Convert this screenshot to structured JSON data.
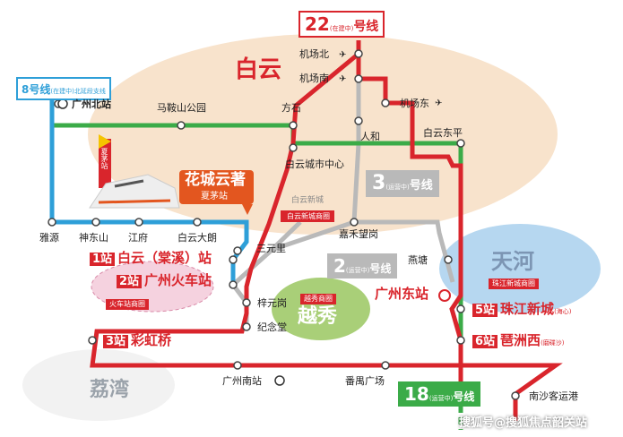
{
  "districts": {
    "baiyun": "白云",
    "yuexiu": "越秀",
    "tianhe": "天河",
    "liwan": "荔湾"
  },
  "lines": {
    "line22": {
      "name": "22号线",
      "prefix": "22",
      "suffix": "号线",
      "status": "(在建中)",
      "color": "#d9252c"
    },
    "line8": {
      "name": "8号线",
      "status": "(在建中)",
      "note": "北延段支线",
      "color": "#2e9fd8"
    },
    "line3": {
      "prefix": "3",
      "suffix": "号线",
      "status": "(运营中)",
      "color": "#b9b9b9"
    },
    "line2": {
      "prefix": "2",
      "suffix": "号线",
      "status": "(运营中)",
      "color": "#b9b9b9"
    },
    "line18": {
      "prefix": "18",
      "suffix": "号线",
      "status": "(运营中)",
      "color": "#3bab48"
    }
  },
  "stations": {
    "airport_north": "机场北",
    "airport_south": "机场南",
    "airport_east": "机场东",
    "guangzhou_north": "广州北站",
    "maanshan_park": "马鞍山公园",
    "fangshi": "方石",
    "baiyun_dongping": "白云东平",
    "renhe": "人和",
    "baiyun_city_center": "白云城市中心",
    "yayuan": "雅源",
    "shendongshan": "神东山",
    "jiangfu": "江府",
    "baiyun_dalang": "白云大朗",
    "sanyuanli": "三元里",
    "jiahe_wanggang": "嘉禾望岗",
    "yantang": "燕塘",
    "ziyuangang": "梓元岗",
    "jiniantang": "纪念堂",
    "guangzhou_south": "广州南站",
    "panyu_square": "番禺广场",
    "nansha_passenger_port": "南沙客运港",
    "xiamao": "夏茅站"
  },
  "featured": {
    "project_name": "花城云著",
    "project_station": "夏茅站",
    "xiamao_vertical": "夏茅站"
  },
  "steps": [
    {
      "num": "1站",
      "name": "白云（棠溪）站"
    },
    {
      "num": "2站",
      "name": "广州火车站"
    },
    {
      "num": "3站",
      "name": "彩虹桥"
    },
    {
      "num": "5站",
      "name": "珠江新城",
      "note": "(海心)"
    },
    {
      "num": "6站",
      "name": "琶洲西",
      "note": "(磨碟沙)"
    }
  ],
  "guangzhou_east": "广州东站",
  "area_tags": {
    "baiyun_new_city": "白云新城商圈",
    "baiyun_new_city_logo": "白云新城",
    "railway_station": "火车站商圈",
    "yuexiu_circle": "越秀商圈",
    "zhujiang_circle": "珠江新城商圈"
  },
  "watermark": "搜狐号@搜狐焦点韶关站",
  "colors": {
    "red": "#d9252c",
    "blue": "#2e9fd8",
    "green": "#3bab48",
    "gray": "#b9b9b9",
    "orange": "#e3561f",
    "baiyun_blob": "#f8e3cc",
    "yuexiu_blob": "#a9cf78",
    "tianhe_blob": "#b6d7f0",
    "pink_blob": "#f5d2df"
  }
}
